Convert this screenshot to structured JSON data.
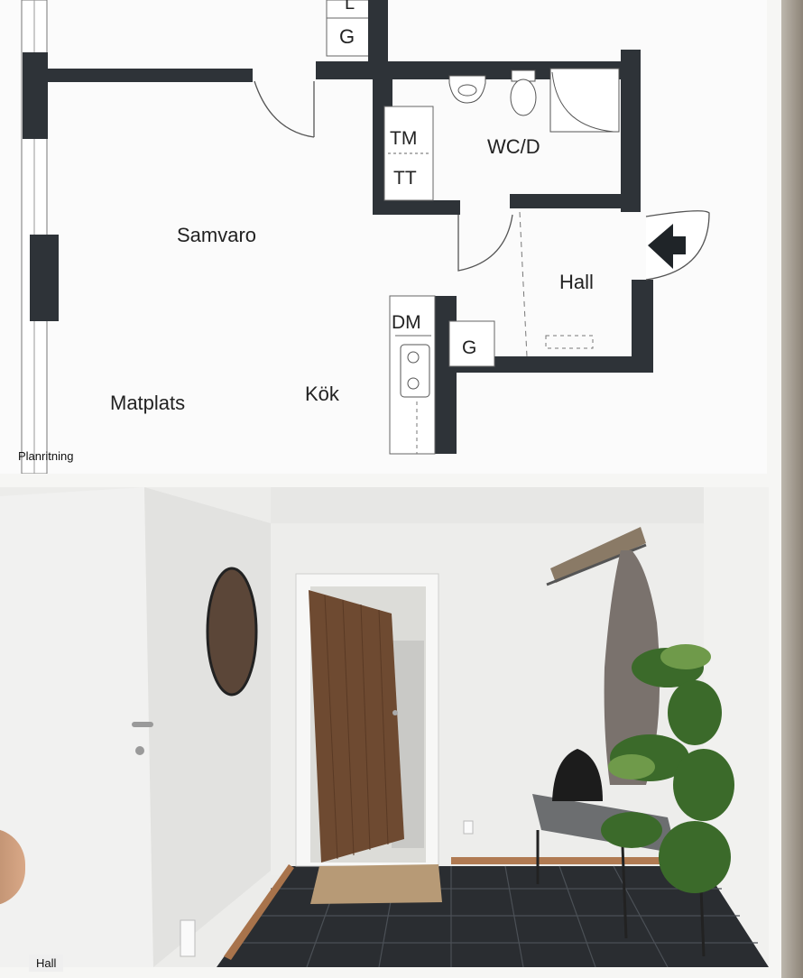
{
  "floorplan": {
    "caption": "Planritning",
    "labels": {
      "g_top": "G",
      "l_top": "L",
      "tm": "TM",
      "tt": "TT",
      "wc": "WC/D",
      "samvaro": "Samvaro",
      "hall": "Hall",
      "dm": "DM",
      "g_hall": "G",
      "matplats": "Matplats",
      "kok": "Kök"
    }
  },
  "photo": {
    "caption": "Hall"
  }
}
